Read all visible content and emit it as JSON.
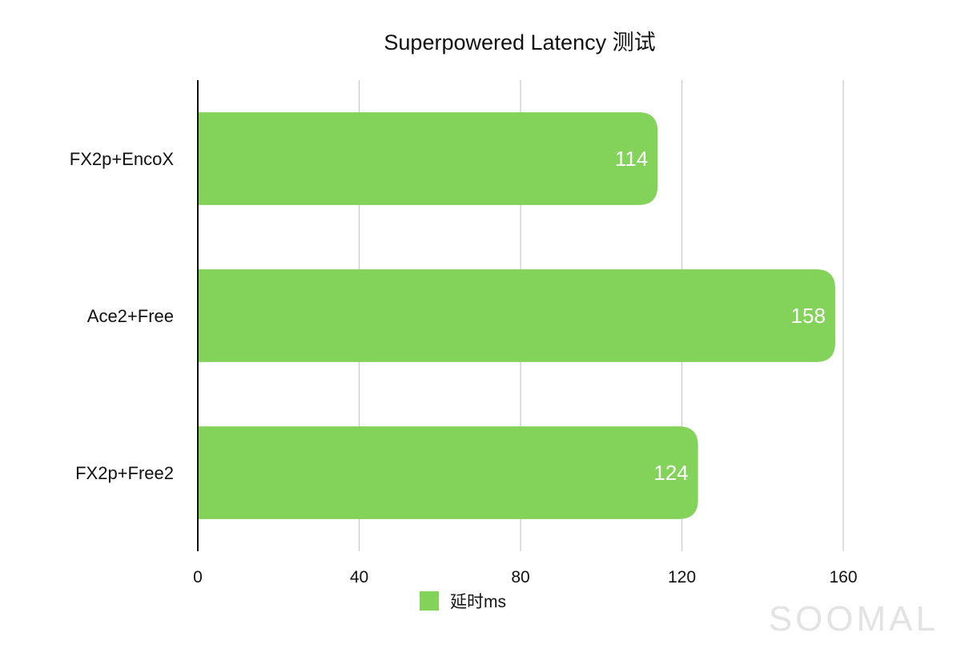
{
  "chart_data": {
    "type": "bar",
    "orientation": "horizontal",
    "title": "Superpowered Latency 测试",
    "categories": [
      "FX2p+EncoX",
      "Ace2+Free",
      "FX2p+Free2"
    ],
    "series": [
      {
        "name": "延时ms",
        "values": [
          114,
          158,
          124
        ],
        "color": "#83d35a"
      }
    ],
    "xlim": [
      0,
      160
    ],
    "xticks": [
      "0",
      "40",
      "80",
      "120",
      "160"
    ],
    "xlabel": "",
    "ylabel": "",
    "grid": true,
    "legend": "bottom",
    "data_labels": true
  },
  "watermark": "SOOMAL"
}
